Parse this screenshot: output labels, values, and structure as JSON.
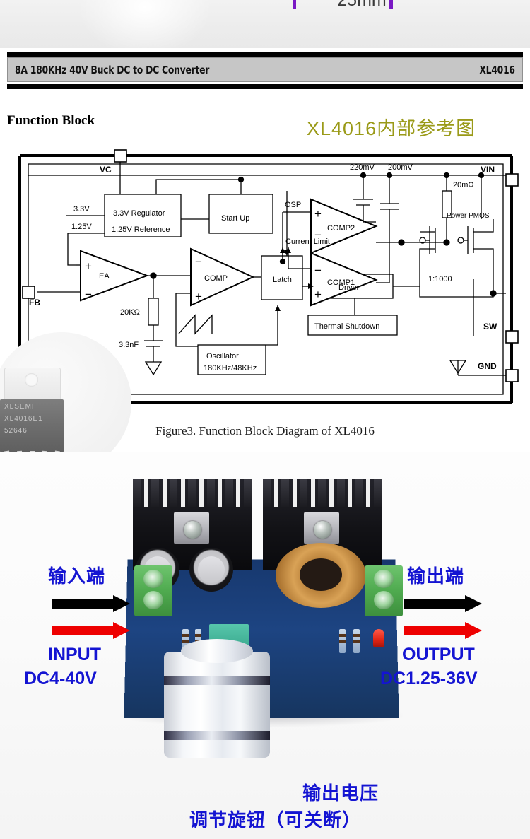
{
  "top_strip": {
    "dimension_label": "25mm"
  },
  "datasheet_header": {
    "title": "8A 180KHz 40V Buck DC to DC Converter",
    "part_number": "XL4016"
  },
  "section": {
    "heading": "Function Block",
    "chinese_heading": "XL4016内部参考图",
    "heading_color": "#9a9a18"
  },
  "schematic": {
    "figure_caption": "Figure3. Function Block Diagram of XL4016",
    "pins": [
      "VC",
      "VIN",
      "FB",
      "SW",
      "GND"
    ],
    "blocks": [
      "3.3V Regulator",
      "1.25V Reference",
      "Start Up",
      "Latch",
      "Driver",
      "Thermal Shutdown",
      "Oscillator",
      "180KHz/48KHz"
    ],
    "amplifiers": [
      "EA",
      "COMP",
      "COMP2",
      "COMP1"
    ],
    "labels": [
      "3.3V",
      "1.25V",
      "OSP",
      "Current Limit",
      "220mV",
      "200mV",
      "20mΩ",
      "Power PMOS",
      "1:1000",
      "20KΩ",
      "3.3nF"
    ]
  },
  "chip_photo": {
    "marking_line1": "XLSEMI",
    "marking_line2": "XL4016E1",
    "marking_line3": "52646"
  },
  "pcb_photo": {
    "input": {
      "chinese": "输入端",
      "english": "INPUT",
      "range": "DC4-40V",
      "black_arrow": "black-arrow-right",
      "red_arrow": "red-arrow-right"
    },
    "output": {
      "chinese": "输出端",
      "english": "OUTPUT",
      "range": "DC1.25-36V",
      "black_arrow": "black-arrow-right",
      "red_arrow": "red-arrow-right"
    },
    "knob_caption_line1": "输出电压",
    "knob_caption_line2": "调节旋钮（可关断）",
    "annotation_color": "#1414d2",
    "arrow_black": "#000000",
    "arrow_red": "#ee0000"
  }
}
